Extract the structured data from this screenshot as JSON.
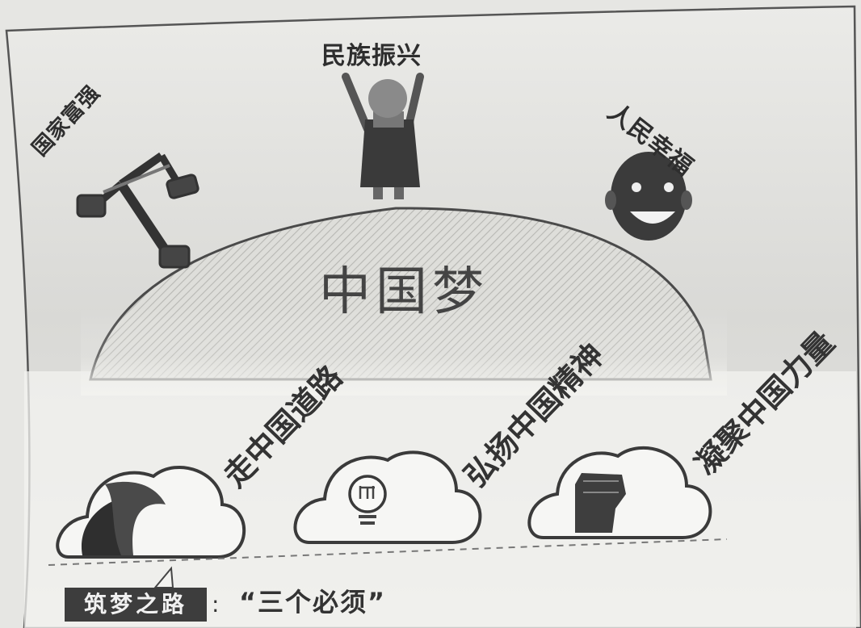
{
  "goals": {
    "left": "国家富强",
    "top": "民族振兴",
    "right": "人民幸福"
  },
  "center_label": "中国梦",
  "paths": [
    "走中国道路",
    "弘扬中国精神",
    "凝聚中国力量"
  ],
  "footer": {
    "tag": "筑梦之路",
    "colon": ":",
    "text": "“三个必须”"
  },
  "icons": {
    "left": "crane-icon",
    "top": "athlete-icon",
    "right": "smiling-face-icon",
    "cloud_1": "road-cloud-icon",
    "cloud_2": "lightbulb-cloud-icon",
    "cloud_3": "fist-cloud-icon"
  }
}
